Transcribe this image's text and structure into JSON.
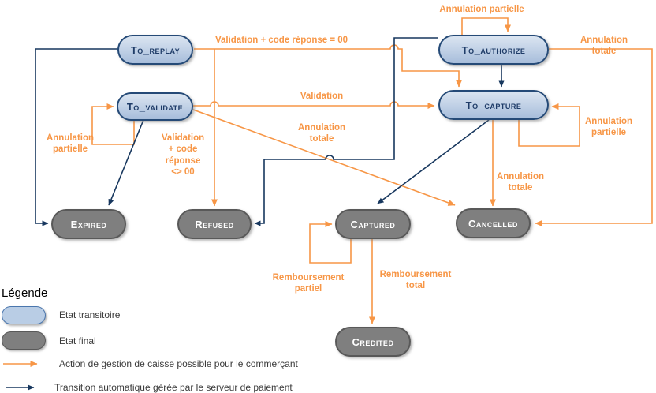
{
  "colors": {
    "orange": "#F79646",
    "blue": "#17375E",
    "node_blue_fill_top": "#dbe5f1",
    "node_blue_fill_bottom": "#a7bddb",
    "node_blue_border": "#254a77",
    "node_blue_text": "#1f3c68",
    "node_gray_fill": "#7f7f7f",
    "node_gray_border": "#595959",
    "node_gray_text": "#ffffff"
  },
  "nodes": {
    "to_replay": {
      "label": "To_replay",
      "type": "transitional"
    },
    "to_validate": {
      "label": "To_validate",
      "type": "transitional"
    },
    "to_authorize": {
      "label": "To_authorize",
      "type": "transitional"
    },
    "to_capture": {
      "label": "To_capture",
      "type": "transitional"
    },
    "expired": {
      "label": "Expired",
      "type": "final"
    },
    "refused": {
      "label": "Refused",
      "type": "final"
    },
    "captured": {
      "label": "Captured",
      "type": "final"
    },
    "cancelled": {
      "label": "Cancelled",
      "type": "final"
    },
    "credited": {
      "label": "Credited",
      "type": "final"
    }
  },
  "edge_labels": {
    "top_annulation_partielle": "Annulation partielle",
    "validation_code_00": "Validation + code réponse = 00",
    "top_annulation_totale": "Annulation totale",
    "validation": "Validation",
    "annulation_totale_validate": "Annulation\ntotale",
    "annulation_partielle_validate": "Annulation\npartielle",
    "validation_code_not_00": "Validation\n+ code\nréponse\n<> 00",
    "annulation_partielle_capture": "Annulation\npartielle",
    "annulation_totale_capture": "Annulation\ntotale",
    "remboursement_partiel": "Remboursement\npartiel",
    "remboursement_total": "Remboursement\ntotal"
  },
  "legend": {
    "title": "Légende",
    "transitional": "Etat transitoire",
    "final": "Etat final",
    "merchant_action": "Action de gestion de caisse possible pour le commerçant",
    "automatic_transition": "Transition automatique gérée par le serveur de paiement"
  }
}
